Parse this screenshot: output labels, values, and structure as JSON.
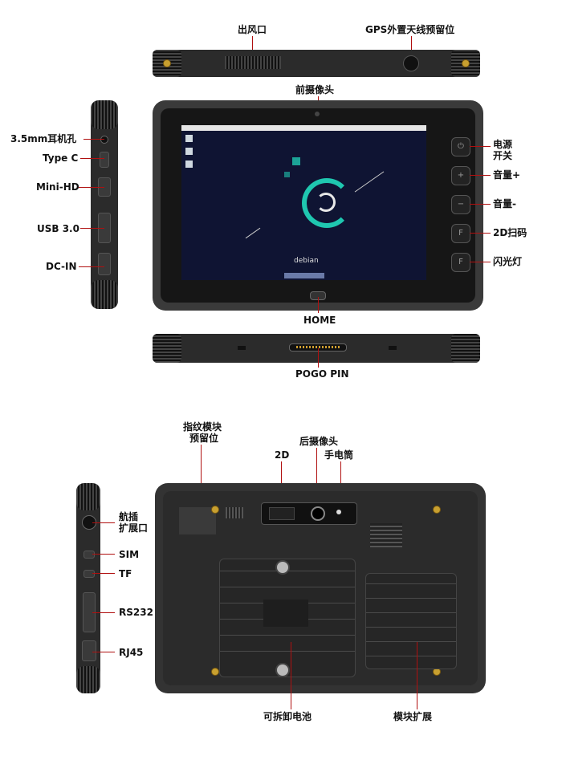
{
  "labels": {
    "vent": "出风口",
    "gps": "GPS外置天线预留位",
    "front_camera": "前摄像头",
    "jack": "3.5mm耳机孔",
    "typec": "Type C",
    "minihd": "Mini-HD",
    "usb": "USB 3.0",
    "dcin": "DC-IN",
    "power_l1": "电源",
    "power_l2": "开关",
    "vol_up": "音量+",
    "vol_down": "音量-",
    "scan2d": "2D扫码",
    "flash": "闪光灯",
    "home": "HOME",
    "pogo": "POGO PIN",
    "fingerprint_l1": "指纹模块",
    "fingerprint_l2": "预留位",
    "rear_camera": "后摄像头",
    "twod": "2D",
    "torch": "手电筒",
    "aviation_l1": "航插",
    "aviation_l2": "扩展口",
    "sim": "SIM",
    "tf": "TF",
    "rs232": "RS232",
    "rj45": "RJ45",
    "battery": "可拆卸电池",
    "module_ext": "模块扩展"
  },
  "screen": {
    "os_name": "debian",
    "bg_color": "#0f1433",
    "accent": "#1fc7b0"
  },
  "colors": {
    "leader": "#b01010",
    "body": "#2b2b2b",
    "screw": "#c8a030"
  }
}
